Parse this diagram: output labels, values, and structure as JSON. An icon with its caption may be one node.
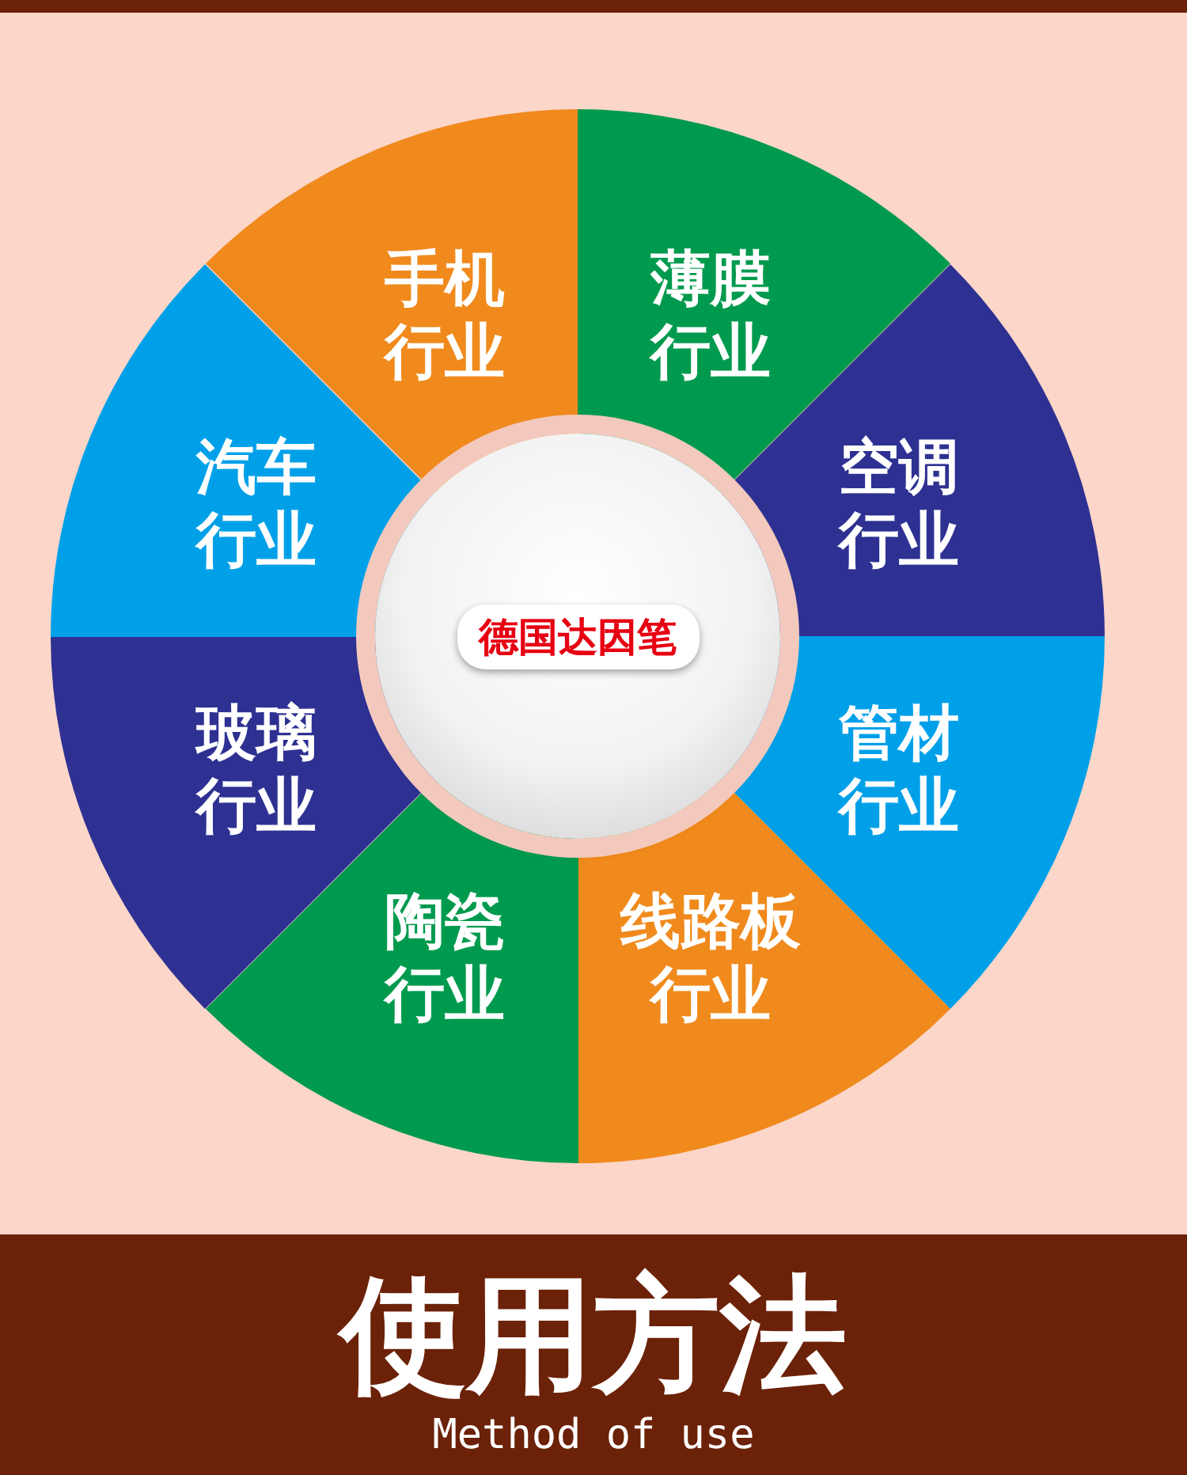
{
  "diagram": {
    "nodes": [
      {
        "text": [
          "德国达因笔"
        ]
      },
      {
        "text": [
          "手机行业"
        ]
      },
      {
        "text": [
          "薄膜行业"
        ]
      },
      {
        "text": [
          "空调行业"
        ]
      },
      {
        "text": [
          "管材行业"
        ]
      },
      {
        "text": [
          "线路板行业"
        ]
      },
      {
        "text": [
          "陶瓷行业"
        ]
      },
      {
        "text": [
          "玻璃行业"
        ]
      },
      {
        "text": [
          "汽车行业"
        ]
      }
    ],
    "labels": [
      "使用方法",
      "Method of use"
    ]
  }
}
